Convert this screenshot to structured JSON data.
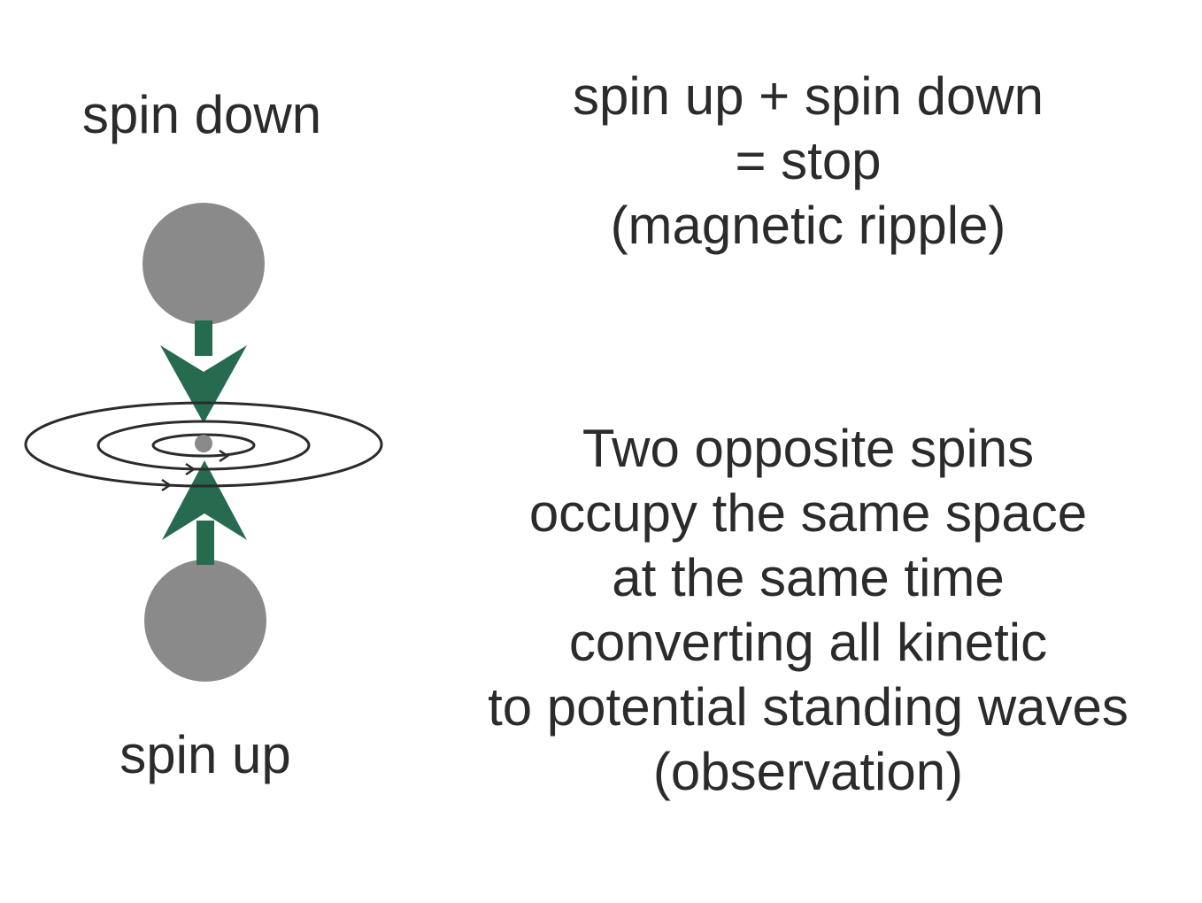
{
  "labels": {
    "spin_down": "spin down",
    "spin_up": "spin up"
  },
  "sum": {
    "lines": [
      "spin up + spin down",
      "= stop",
      "(magnetic ripple)"
    ]
  },
  "description": {
    "lines": [
      "Two opposite spins",
      "occupy the same space",
      "at the same time",
      "converting all kinetic",
      "to potential standing waves",
      "(observation)"
    ]
  },
  "colors": {
    "background": "#ffffff",
    "text": "#2b2b2b",
    "particle": "#8a8a8a",
    "arrow": "#266b50",
    "ripple": "#2b2b2b"
  }
}
